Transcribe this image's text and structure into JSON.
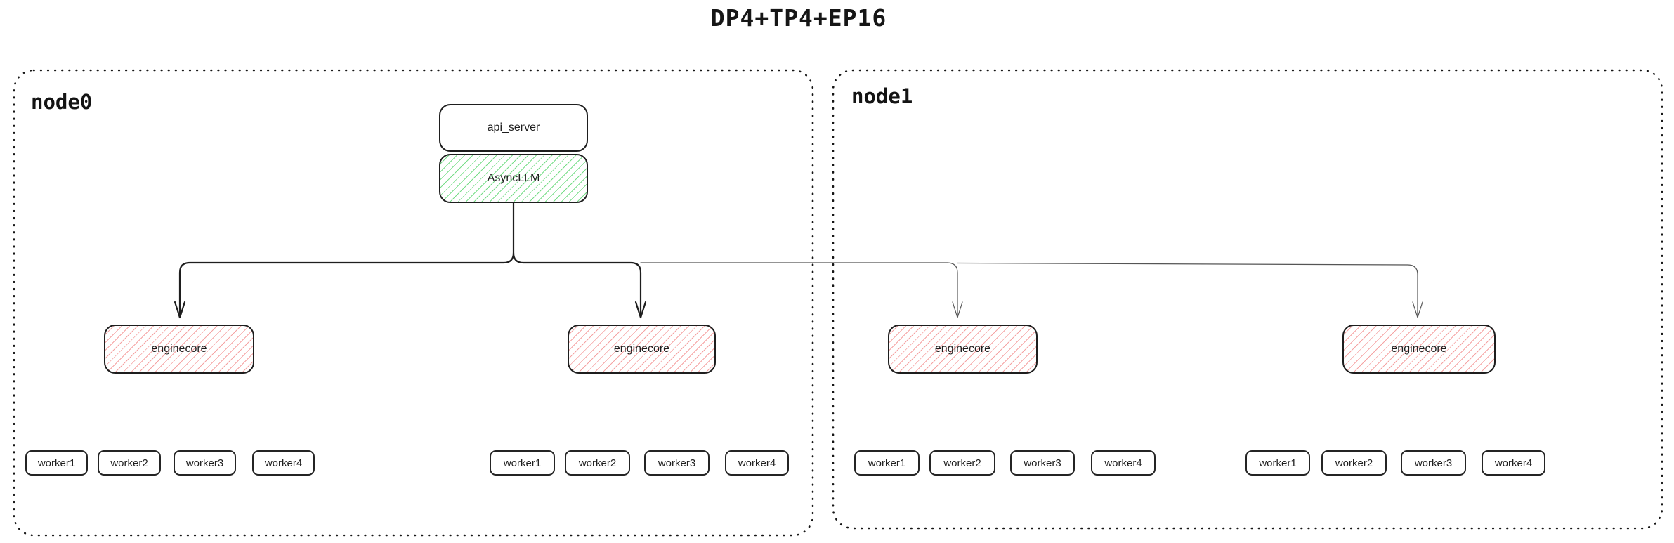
{
  "title": "DP4+TP4+EP16",
  "nodes": [
    {
      "label": "node0",
      "api_server": "api_server",
      "async_llm": "AsyncLLM",
      "enginecores": [
        {
          "label": "enginecore",
          "workers": [
            "worker1",
            "worker2",
            "worker3",
            "worker4"
          ]
        },
        {
          "label": "enginecore",
          "workers": [
            "worker1",
            "worker2",
            "worker3",
            "worker4"
          ]
        }
      ]
    },
    {
      "label": "node1",
      "enginecores": [
        {
          "label": "enginecore",
          "workers": [
            "worker1",
            "worker2",
            "worker3",
            "worker4"
          ]
        },
        {
          "label": "enginecore",
          "workers": [
            "worker1",
            "worker2",
            "worker3",
            "worker4"
          ]
        }
      ]
    }
  ],
  "colors": {
    "stroke": "#1e1e1e",
    "thin_stroke": "#555555",
    "green_hatch": "#77dd88",
    "red_hatch": "#f5a3a3",
    "background": "#ffffff"
  }
}
